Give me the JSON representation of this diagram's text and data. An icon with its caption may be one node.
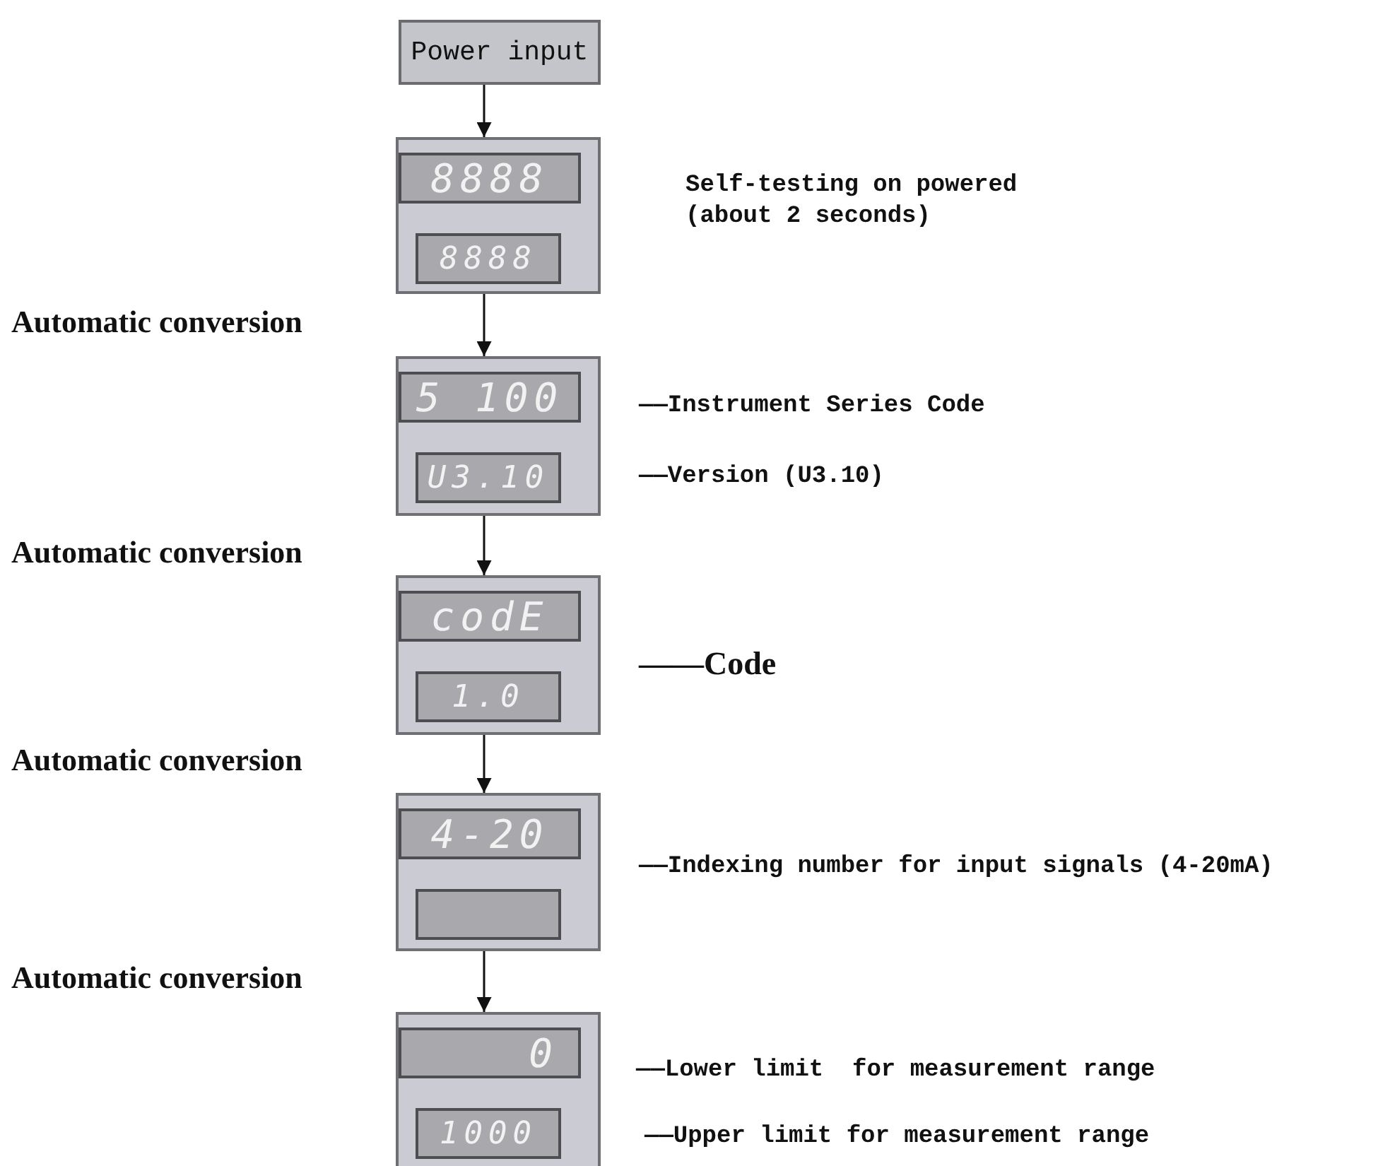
{
  "diagram": {
    "nodes": [
      {
        "text": [
          "Power input"
        ]
      },
      {
        "text": [],
        "shape": "box"
      },
      {
        "text": [
          "8888"
        ],
        "in": 1
      },
      {
        "text": [
          "8888"
        ],
        "in": 1
      },
      {
        "text": [],
        "shape": "box"
      },
      {
        "text": [
          "5 100"
        ],
        "in": 4
      },
      {
        "text": [
          "U3.10"
        ],
        "in": 4
      },
      {
        "text": [],
        "shape": "box"
      },
      {
        "text": [
          "codE"
        ],
        "in": 7
      },
      {
        "text": [
          "1.0"
        ],
        "in": 7
      },
      {
        "text": [],
        "shape": "box"
      },
      {
        "text": [
          "4-20"
        ],
        "in": 10
      },
      {
        "text": [],
        "shape": "box",
        "in": 10
      },
      {
        "text": [],
        "shape": "box"
      },
      {
        "text": [
          "0"
        ],
        "in": 13
      },
      {
        "text": [
          "1000"
        ],
        "in": 13
      }
    ],
    "edges": [
      {
        "from": 0,
        "to": 1,
        "arrow": "to"
      },
      {
        "from": 1,
        "to": 4,
        "arrow": "to"
      },
      {
        "from": 4,
        "to": 7,
        "arrow": "to"
      },
      {
        "from": 7,
        "to": 10,
        "arrow": "to"
      },
      {
        "from": 10,
        "to": 13,
        "arrow": "to"
      }
    ],
    "labels": [
      "Self-testing on powered (about 2 seconds)",
      "Automatic conversion",
      "——Instrument Series Code",
      "——Version (U3.10)",
      "Automatic conversion",
      "——Code",
      "Automatic conversion",
      "——Indexing number for input signals (4-20mA)",
      "Automatic conversion",
      "——Lower limit  for measurement range",
      "——Upper limit for measurement range"
    ]
  }
}
